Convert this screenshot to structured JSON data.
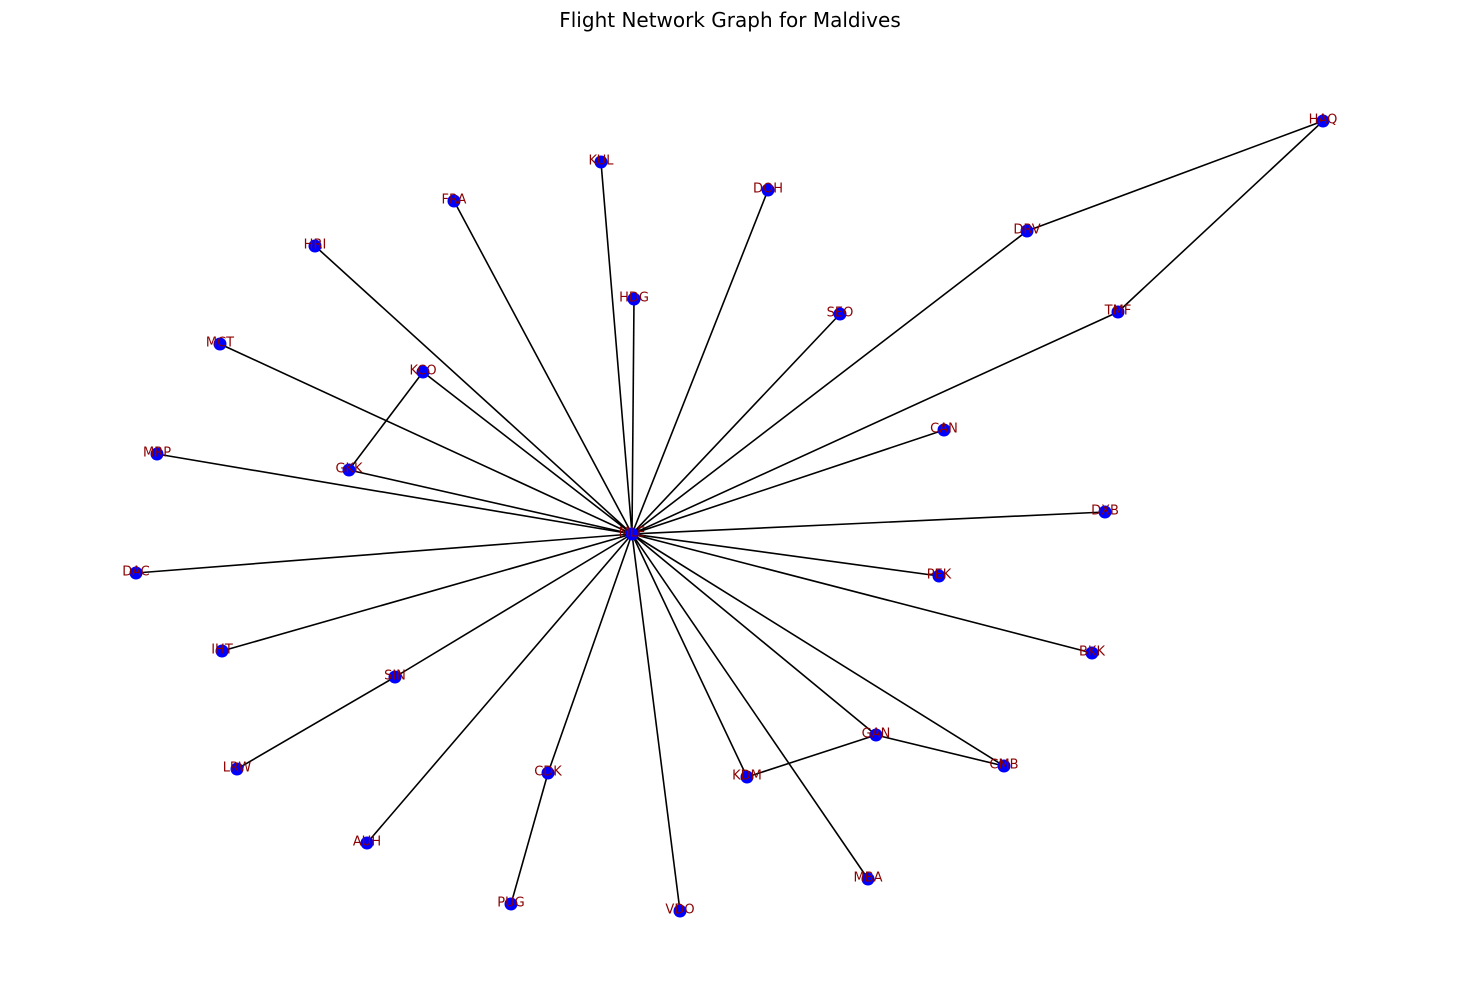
{
  "title": "Flight Network Graph for Maldives",
  "colors": {
    "node": "#0000ff",
    "edge": "#000000",
    "label": "#8b0000"
  },
  "nodes": [
    "MLE",
    "HAQ",
    "DRV",
    "TMF",
    "KUL",
    "DOH",
    "FRA",
    "HRI",
    "HDG",
    "SEO",
    "MCT",
    "KCO",
    "CAN",
    "MRP",
    "GKK",
    "DXB",
    "DAC",
    "PEK",
    "IHT",
    "BKK",
    "SIN",
    "GAN",
    "LRW",
    "CMB",
    "CDK",
    "KDM",
    "AUH",
    "MBA",
    "PUG",
    "VDO"
  ],
  "edges": [
    [
      "MLE",
      "DRV"
    ],
    [
      "MLE",
      "TMF"
    ],
    [
      "DRV",
      "HAQ"
    ],
    [
      "TMF",
      "HAQ"
    ],
    [
      "MLE",
      "KUL"
    ],
    [
      "MLE",
      "DOH"
    ],
    [
      "MLE",
      "FRA"
    ],
    [
      "MLE",
      "HRI"
    ],
    [
      "MLE",
      "HDG"
    ],
    [
      "MLE",
      "SEO"
    ],
    [
      "MLE",
      "MCT"
    ],
    [
      "MLE",
      "KCO"
    ],
    [
      "MLE",
      "CAN"
    ],
    [
      "MLE",
      "MRP"
    ],
    [
      "MLE",
      "GKK"
    ],
    [
      "KCO",
      "GKK"
    ],
    [
      "MLE",
      "DXB"
    ],
    [
      "MLE",
      "DAC"
    ],
    [
      "MLE",
      "PEK"
    ],
    [
      "MLE",
      "IHT"
    ],
    [
      "MLE",
      "BKK"
    ],
    [
      "MLE",
      "SIN"
    ],
    [
      "SIN",
      "LRW"
    ],
    [
      "MLE",
      "GAN"
    ],
    [
      "MLE",
      "CMB"
    ],
    [
      "GAN",
      "CMB"
    ],
    [
      "MLE",
      "CDK"
    ],
    [
      "CDK",
      "PUG"
    ],
    [
      "MLE",
      "KDM"
    ],
    [
      "GAN",
      "KDM"
    ],
    [
      "MLE",
      "AUH"
    ],
    [
      "MLE",
      "MBA"
    ],
    [
      "MLE",
      "VDO"
    ]
  ]
}
